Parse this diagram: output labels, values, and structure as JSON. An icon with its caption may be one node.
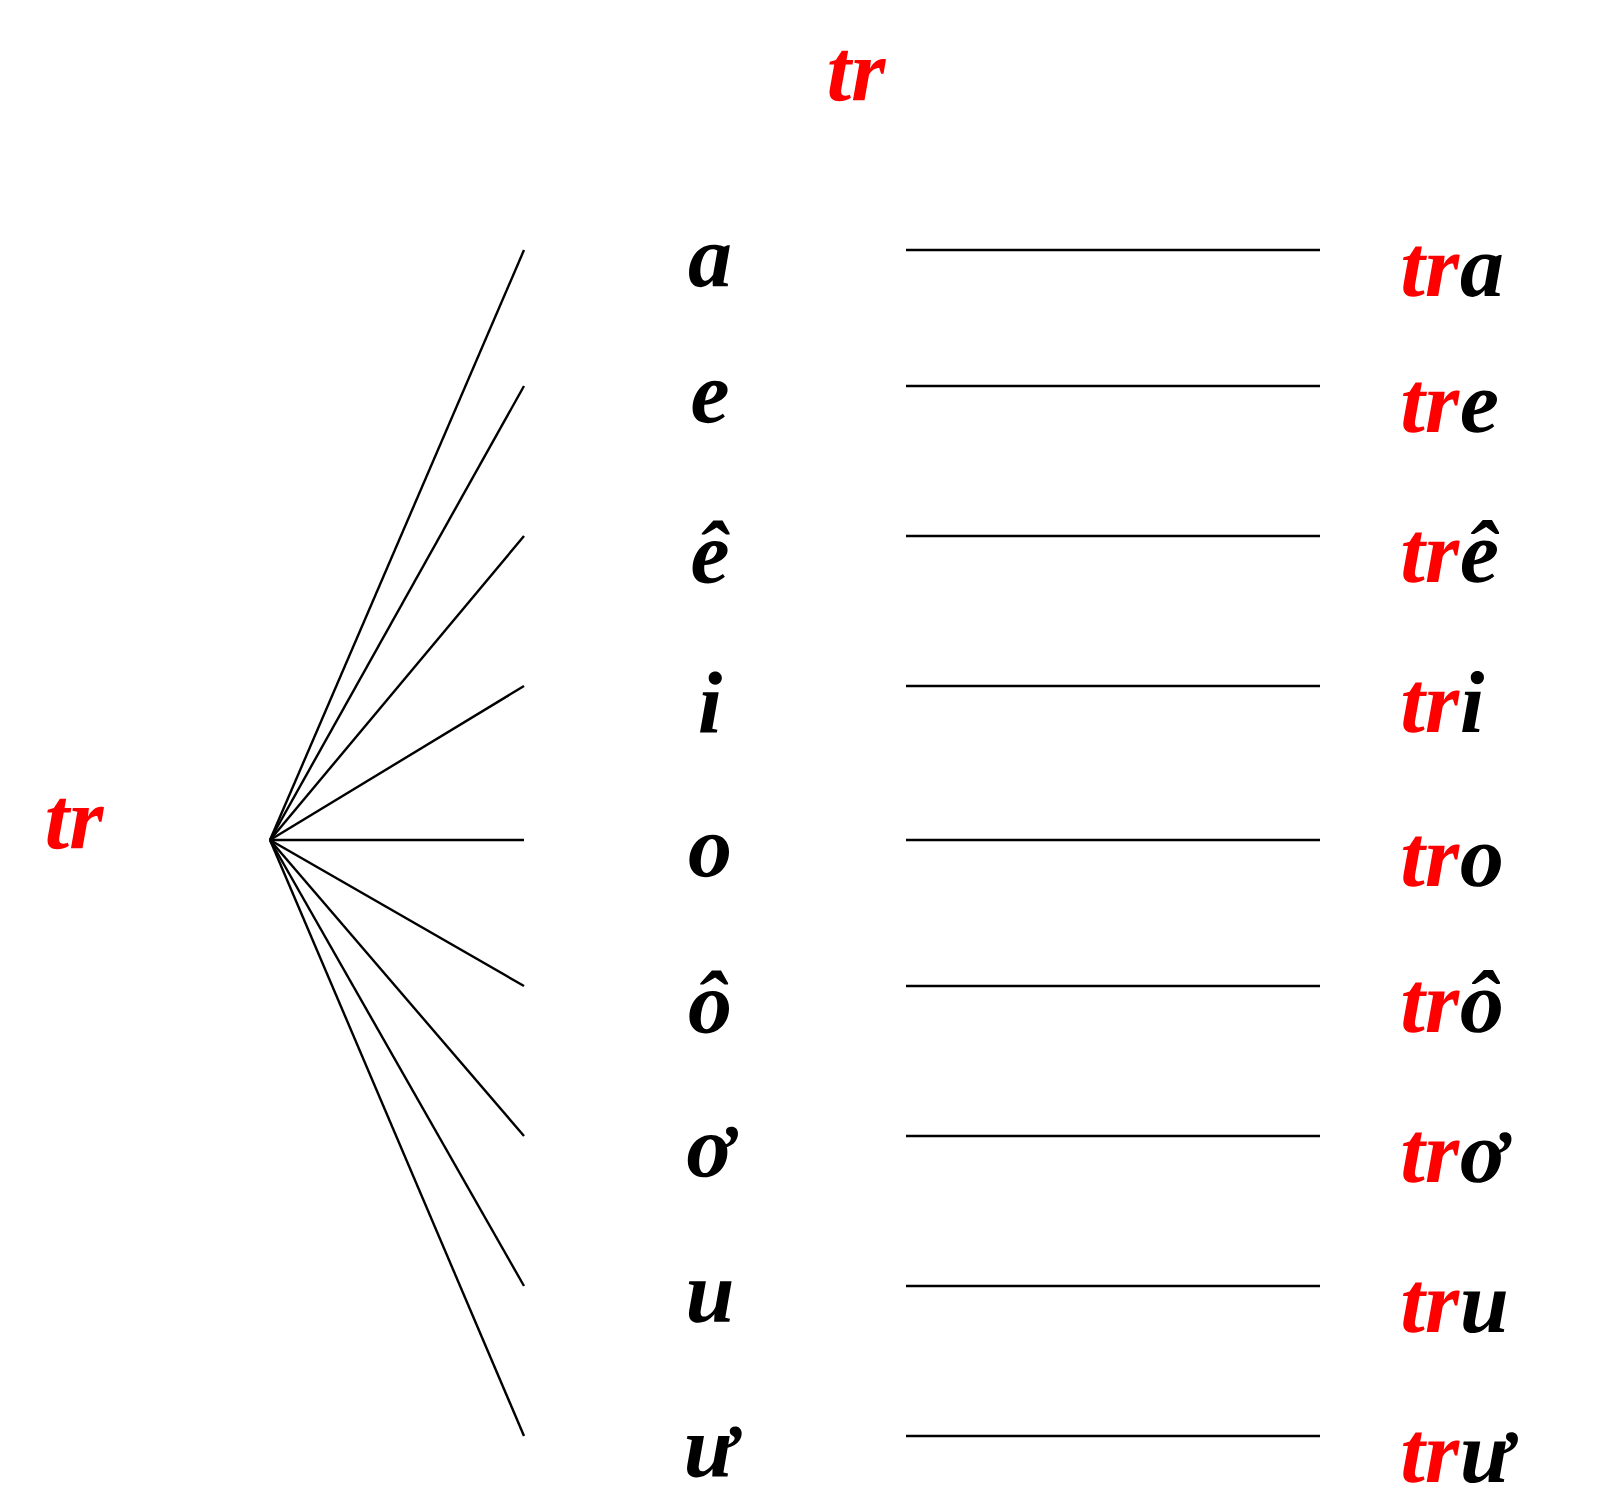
{
  "diagram": {
    "title": "tr",
    "labels": [
      "tr",
      "a",
      "tr",
      "a",
      "e",
      "tr",
      "e",
      "ê",
      "tr",
      "ê",
      "i",
      "tr",
      "i",
      "o",
      "tr",
      "o",
      "ô",
      "tr",
      "ô",
      "ơ",
      "tr",
      "ơ",
      "u",
      "tr",
      "u",
      "ư",
      "tr",
      "ư"
    ]
  }
}
